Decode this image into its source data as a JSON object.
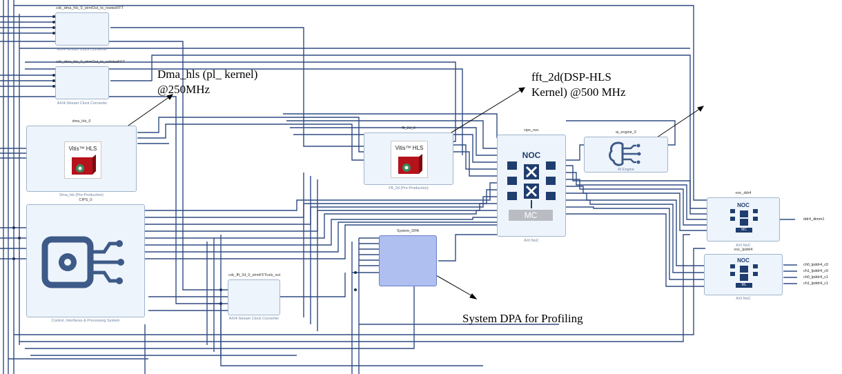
{
  "blocks": {
    "cdc_rowise": {
      "name": "cdc_dma_hls_0_strmOut_to_rowiseFFT",
      "subtitle": "AXI4-Stream Clock Converter"
    },
    "cdc_colwise": {
      "name": "cdc_dma_hls_0_strmOut_to_colwiseFFT",
      "subtitle": "AXI4-Stream Clock Converter"
    },
    "dma_hls": {
      "name": "dma_hls_0",
      "subtitle": "Dma_hls (Pre-Production)",
      "logo_text": "Vitis™ HLS"
    },
    "cips": {
      "name": "CIPS_0",
      "subtitle": "Control, Interfaces & Processing System"
    },
    "fft_2d": {
      "name": "fft_2d_0",
      "subtitle": "Fft_2d (Pre-Production)",
      "logo_text": "Vitis™ HLS"
    },
    "cips_noc": {
      "name": "cips_noc",
      "subtitle": "AXI NoC",
      "noc_label": "NOC",
      "mc_label": "MC"
    },
    "ai_engine": {
      "name": "ai_engine_0",
      "subtitle": "AI Engine"
    },
    "system_dpa": {
      "name": "System_DPA",
      "subtitle": ""
    },
    "cdc_fft_out": {
      "name": "cdc_fft_2d_0_strmFFTcols_out",
      "subtitle": "AXI4-Stream Clock Converter"
    },
    "noc_ddr4": {
      "name": "noc_ddr4",
      "subtitle": "AXI NoC",
      "noc_label": "NOC",
      "mc_label": "MC"
    },
    "noc_lpddr4": {
      "name": "noc_lpddr4",
      "subtitle": "AXI NoC",
      "noc_label": "NOC",
      "mc_label": "ML"
    }
  },
  "ports": {
    "ddr4": "ddr4_dimm1",
    "lpddr4": [
      "ch0_lpddr4_c0",
      "ch1_lpddr4_c0",
      "ch0_lpddr4_c1",
      "ch1_lpddr4_c1"
    ]
  },
  "annotations": {
    "dma": [
      "Dma_hls (pl_ kernel)",
      "@250MHz"
    ],
    "fft": [
      "fft_2d(DSP-HLS",
      "Kernel) @500 MHz"
    ],
    "dpa": "System DPA for Profiling"
  },
  "colors": {
    "wire": "#2f4a82",
    "block_fill": "#eef4fb",
    "block_border": "#9fb4cc",
    "selected_fill": "#aebff0",
    "icon_blue": "#3d5a88",
    "noc_dark": "#1f3d6e",
    "vitis_red": "#b5121b"
  }
}
